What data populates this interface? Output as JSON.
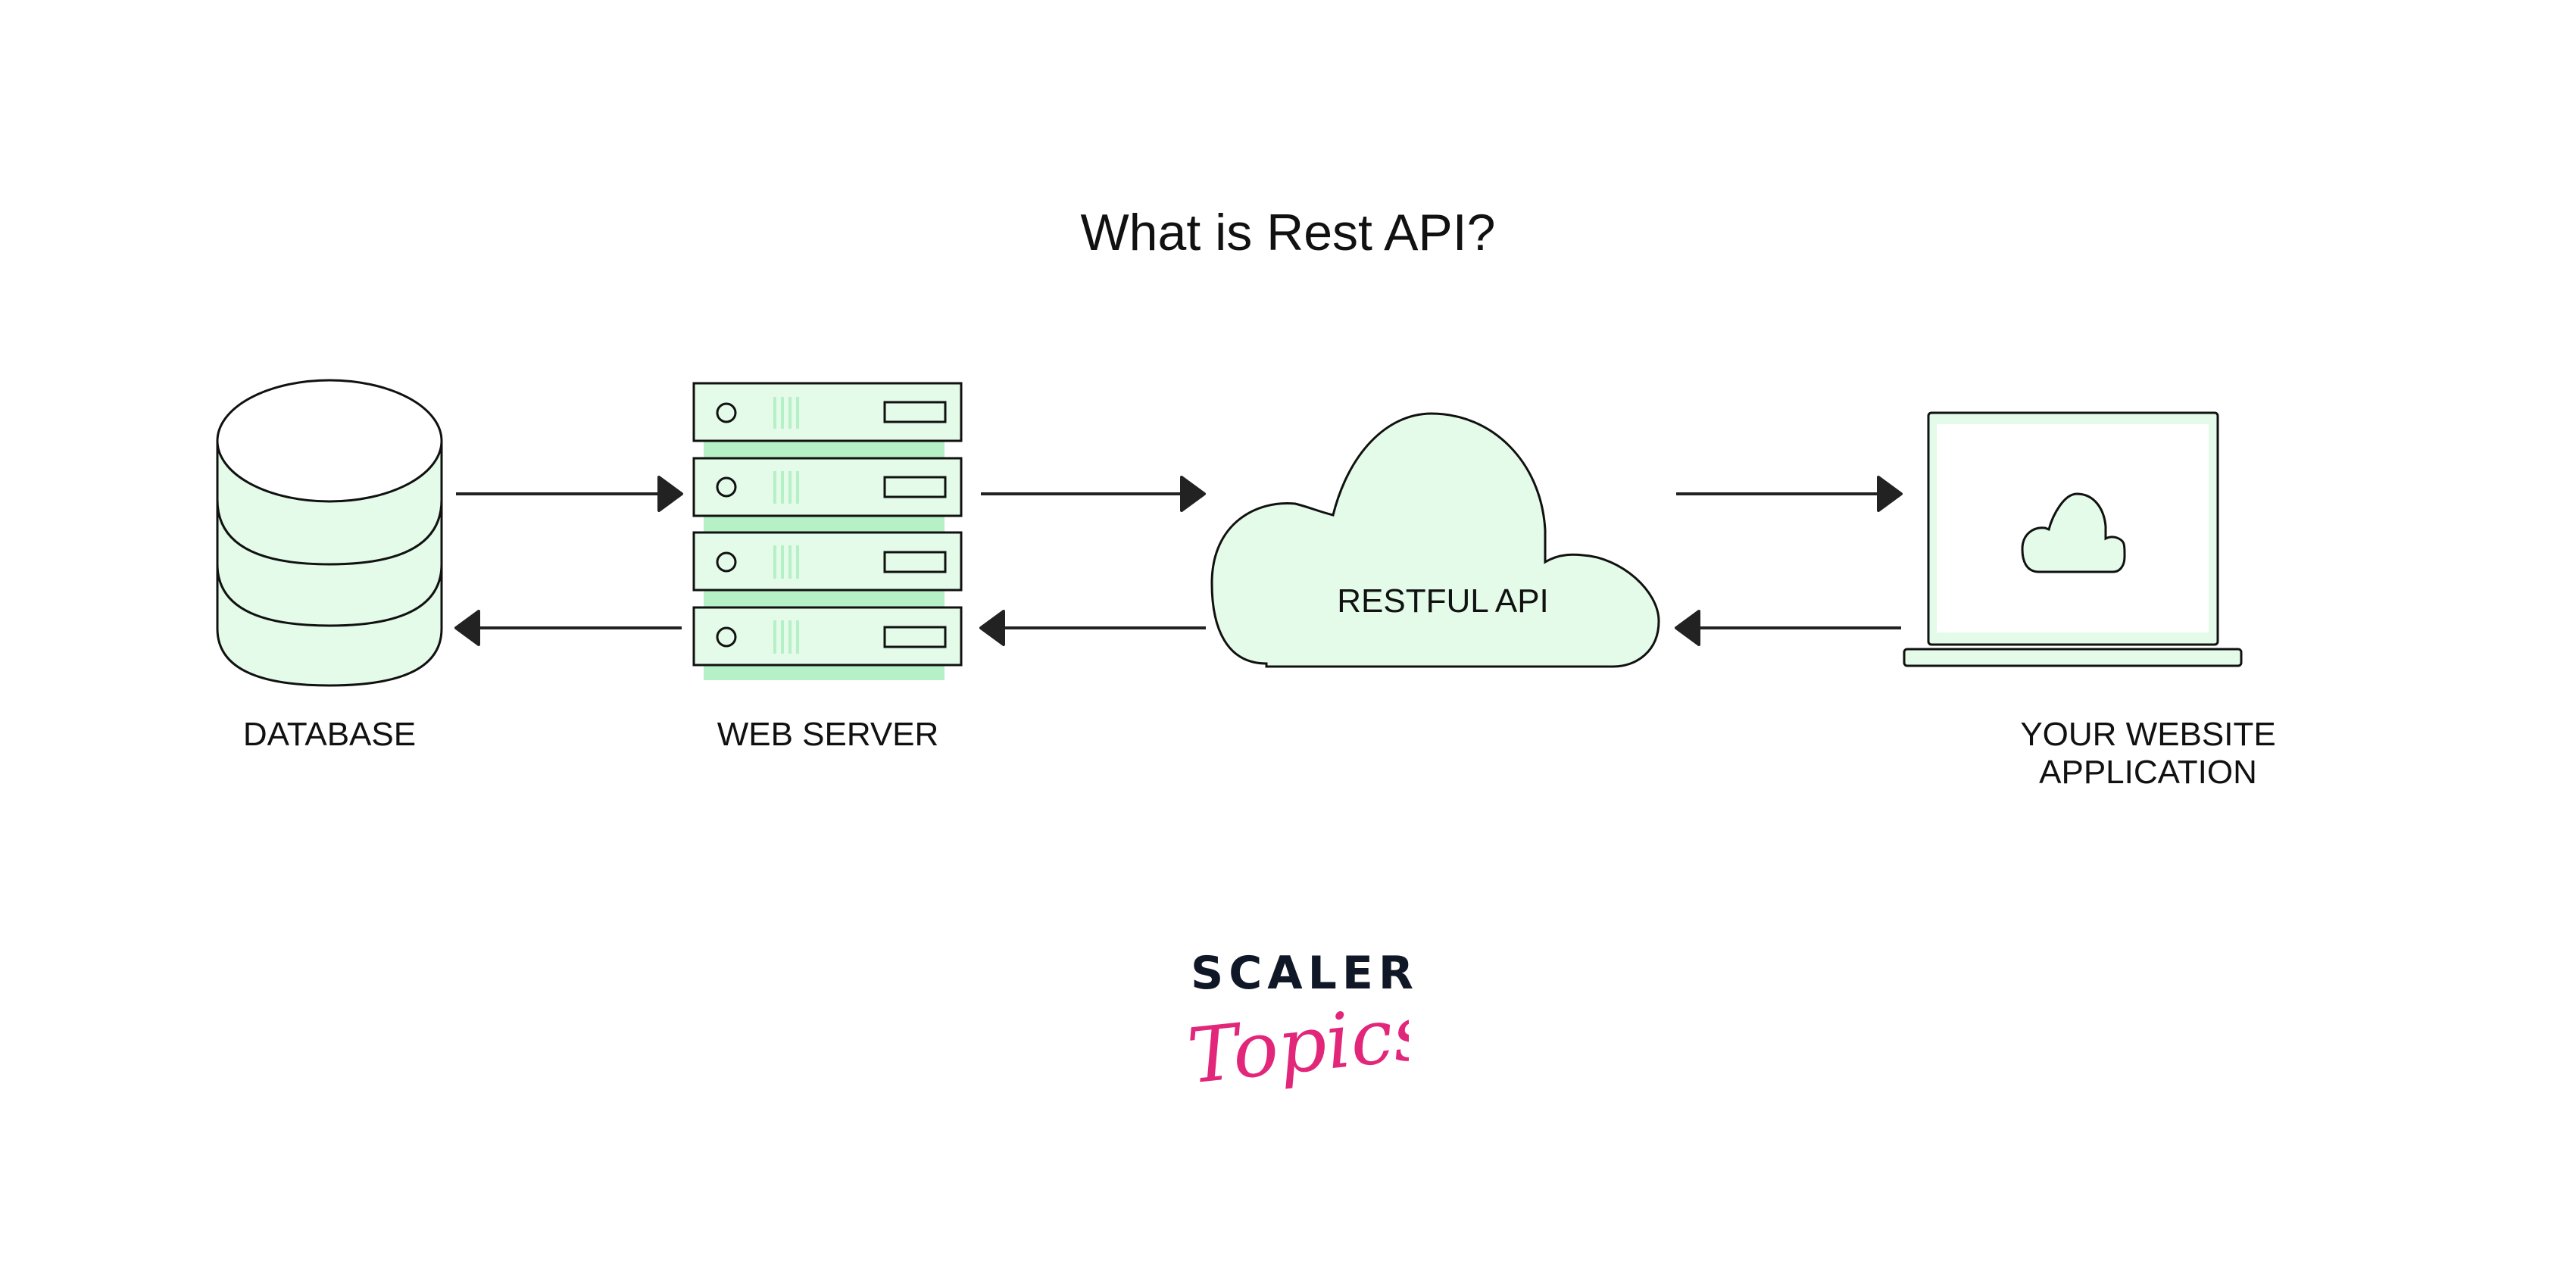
{
  "title": "What is Rest API?",
  "nodes": {
    "database": {
      "label": "DATABASE"
    },
    "web_server": {
      "label": "WEB SERVER"
    },
    "restful_api": {
      "label": "RESTFUL API"
    },
    "website": {
      "label_line1": "YOUR WEBSITE",
      "label_line2": "APPLICATION"
    }
  },
  "connections": [
    {
      "from": "database",
      "to": "web_server",
      "direction": "forward"
    },
    {
      "from": "web_server",
      "to": "database",
      "direction": "back"
    },
    {
      "from": "web_server",
      "to": "restful_api",
      "direction": "forward"
    },
    {
      "from": "restful_api",
      "to": "web_server",
      "direction": "back"
    },
    {
      "from": "restful_api",
      "to": "website",
      "direction": "forward"
    },
    {
      "from": "website",
      "to": "restful_api",
      "direction": "back"
    }
  ],
  "logo": {
    "line1": "SCALER",
    "line2": "Topics"
  },
  "colors": {
    "fill_light_green": "#e3fbe8",
    "fill_mid_green": "#b6f0c6",
    "stroke": "#111111",
    "logo_dark": "#101828",
    "logo_pink": "#e2267a"
  }
}
